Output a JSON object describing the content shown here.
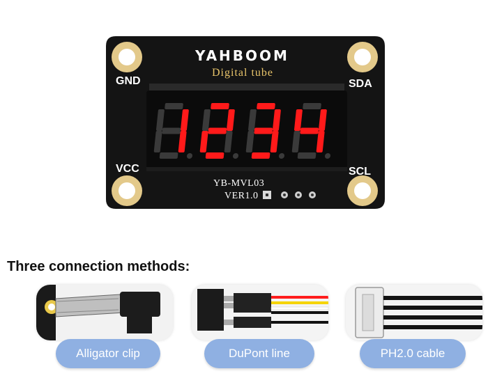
{
  "board": {
    "brand": "YAHBOOM",
    "subtitle": "Digital tube",
    "display_value": "1234",
    "display_color": "#ff1a1a",
    "pins": {
      "gnd": "GND",
      "sda": "SDA",
      "vcc": "VCC",
      "scl": "SCL"
    },
    "model": "YB-MVL03",
    "version": "VER1.0"
  },
  "heading": "Three connection methods:",
  "methods": [
    {
      "label": "Alligator clip",
      "icon": "alligator-clip-photo"
    },
    {
      "label": "DuPont line",
      "icon": "dupont-line-photo"
    },
    {
      "label": "PH2.0 cable",
      "icon": "ph2-cable-photo"
    }
  ],
  "colors": {
    "pcb": "#141414",
    "pad_gold": "#e3c98a",
    "pill_blue": "#8fb0e2"
  }
}
